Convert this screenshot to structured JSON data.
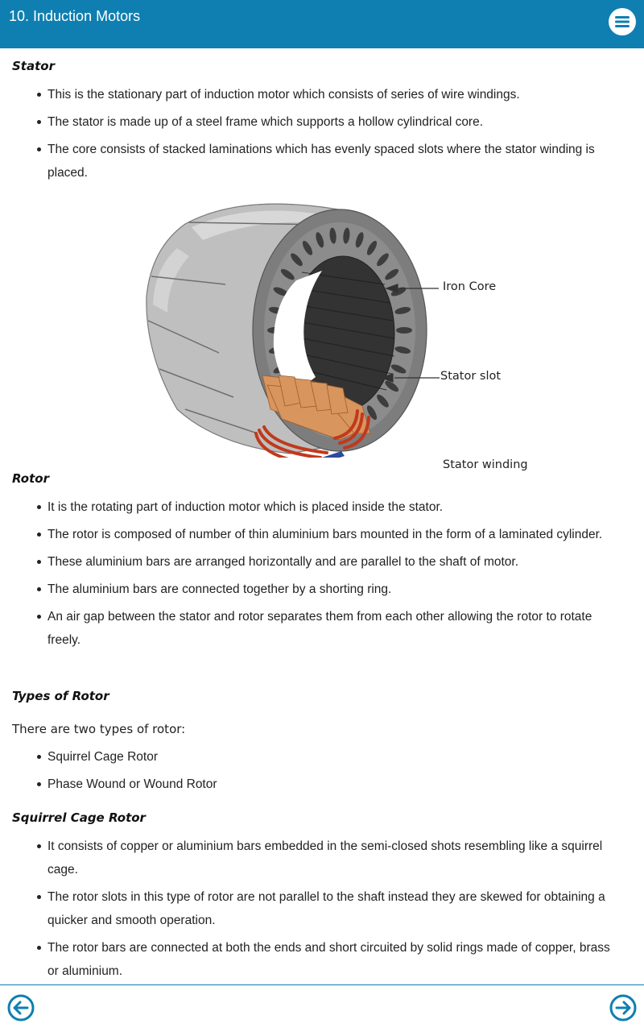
{
  "header": {
    "title": "10. Induction Motors"
  },
  "sections": {
    "stator": {
      "heading": "Stator",
      "bullets": [
        "This is the stationary part of induction motor which consists of series of wire windings.",
        "The stator is made up of a steel frame which supports a hollow cylindrical core.",
        "The core consists of stacked laminations which has evenly spaced slots where the stator winding is placed."
      ]
    },
    "figure": {
      "labels": {
        "iron_core": "Iron Core",
        "stator_slot": "Stator slot",
        "stator_winding": "Stator winding"
      }
    },
    "rotor": {
      "heading": "Rotor",
      "bullets": [
        "It is the rotating part of induction motor which is placed inside the stator.",
        "The rotor is composed of number of thin aluminium bars mounted in the form of a laminated cylinder.",
        "These aluminium bars are arranged horizontally and are parallel to the shaft of motor.",
        "The aluminium bars are connected together by a shorting ring.",
        "An air gap between the stator and rotor separates them from each other allowing the rotor to rotate freely."
      ]
    },
    "types": {
      "heading": "Types of Rotor",
      "intro": "There are two types of rotor:",
      "bullets": [
        "Squirrel Cage Rotor",
        "Phase Wound or Wound Rotor"
      ]
    },
    "squirrel": {
      "heading": "Squirrel Cage Rotor",
      "bullets": [
        "It consists of copper or aluminium bars embedded in the semi-closed shots resembling like a squirrel cage.",
        "The rotor slots in this type of rotor are not parallel to the shaft instead they are skewed for obtaining a quicker and smooth operation.",
        "The rotor bars are connected at both the ends and short circuited by solid rings made of copper, brass or aluminium."
      ]
    }
  },
  "icons": {
    "menu": "hamburger-menu-icon",
    "prev": "arrow-left-circle-icon",
    "next": "arrow-right-circle-icon"
  },
  "colors": {
    "brand": "#0e7fb0",
    "text": "#222222"
  }
}
